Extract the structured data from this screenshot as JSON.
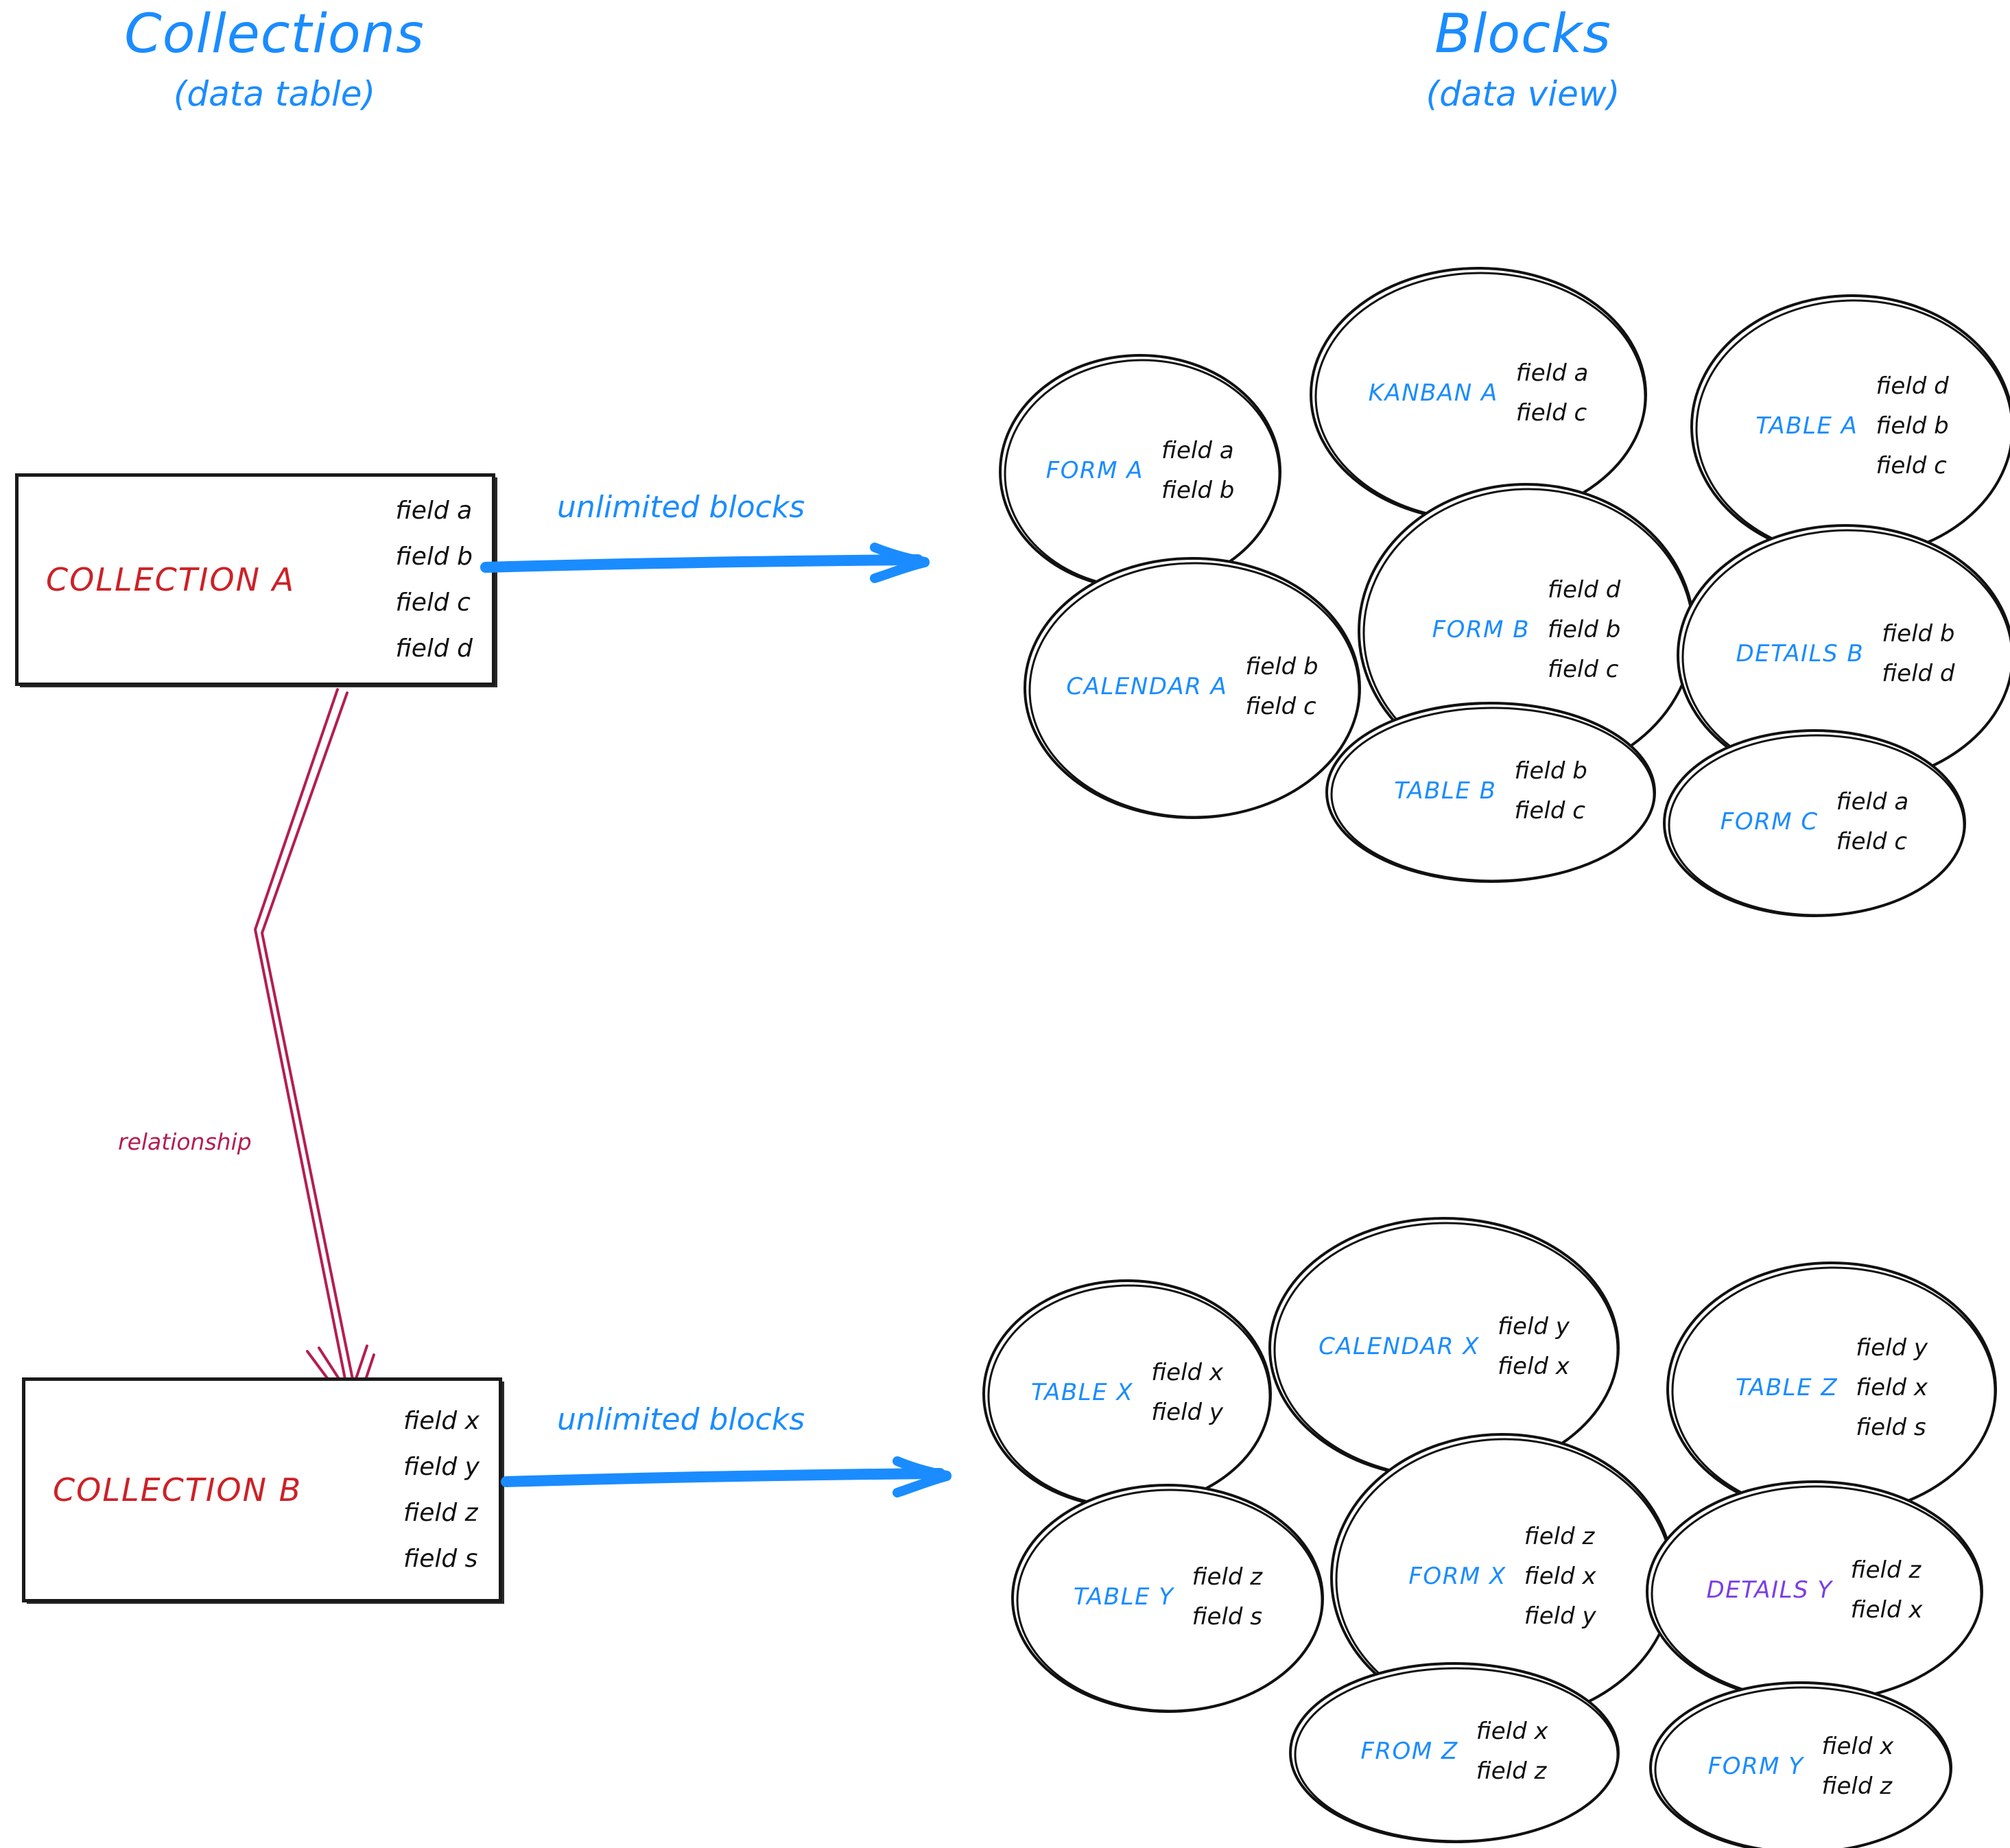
{
  "headings": {
    "left": {
      "title": "Collections",
      "subtitle": "(data table)"
    },
    "right": {
      "title": "Blocks",
      "subtitle": "(data view)"
    }
  },
  "colors": {
    "accent_blue": "#1a8cff",
    "collection_red": "#cc2127",
    "relationship_crimson": "#b31e51",
    "details_purple": "#7b3fe4",
    "ink_black": "#101010",
    "background": "#ffffff"
  },
  "collections": [
    {
      "name": "COLLECTION A",
      "fields": [
        "field a",
        "field b",
        "field c",
        "field d"
      ],
      "arrow_label": "unlimited blocks"
    },
    {
      "name": "COLLECTION B",
      "fields": [
        "field x",
        "field y",
        "field z",
        "field s"
      ],
      "arrow_label": "unlimited blocks"
    }
  ],
  "relationship": {
    "label": "relationship"
  },
  "block_groups": [
    {
      "source": "COLLECTION A",
      "blocks": [
        {
          "label": "FORM A",
          "fields": [
            "field a",
            "field b"
          ],
          "color": "blue"
        },
        {
          "label": "KANBAN A",
          "fields": [
            "field a",
            "field c"
          ],
          "color": "blue"
        },
        {
          "label": "TABLE A",
          "fields": [
            "field d",
            "field b",
            "field c"
          ],
          "color": "blue"
        },
        {
          "label": "CALENDAR A",
          "fields": [
            "field b",
            "field c"
          ],
          "color": "blue"
        },
        {
          "label": "FORM B",
          "fields": [
            "field d",
            "field b",
            "field c"
          ],
          "color": "blue"
        },
        {
          "label": "DETAILS B",
          "fields": [
            "field b",
            "field d"
          ],
          "color": "blue"
        },
        {
          "label": "TABLE B",
          "fields": [
            "field b",
            "field c"
          ],
          "color": "blue"
        },
        {
          "label": "FORM C",
          "fields": [
            "field a",
            "field c"
          ],
          "color": "blue"
        }
      ]
    },
    {
      "source": "COLLECTION B",
      "blocks": [
        {
          "label": "TABLE X",
          "fields": [
            "field x",
            "field y"
          ],
          "color": "blue"
        },
        {
          "label": "CALENDAR X",
          "fields": [
            "field y",
            "field x"
          ],
          "color": "blue"
        },
        {
          "label": "TABLE Z",
          "fields": [
            "field y",
            "field x",
            "field s"
          ],
          "color": "blue"
        },
        {
          "label": "TABLE Y",
          "fields": [
            "field z",
            "field s"
          ],
          "color": "blue"
        },
        {
          "label": "FORM X",
          "fields": [
            "field z",
            "field x",
            "field y"
          ],
          "color": "blue"
        },
        {
          "label": "DETAILS Y",
          "fields": [
            "field z",
            "field x"
          ],
          "color": "purple"
        },
        {
          "label": "FROM Z",
          "fields": [
            "field x",
            "field z"
          ],
          "color": "blue"
        },
        {
          "label": "FORM Y",
          "fields": [
            "field x",
            "field z"
          ],
          "color": "blue"
        }
      ]
    }
  ]
}
